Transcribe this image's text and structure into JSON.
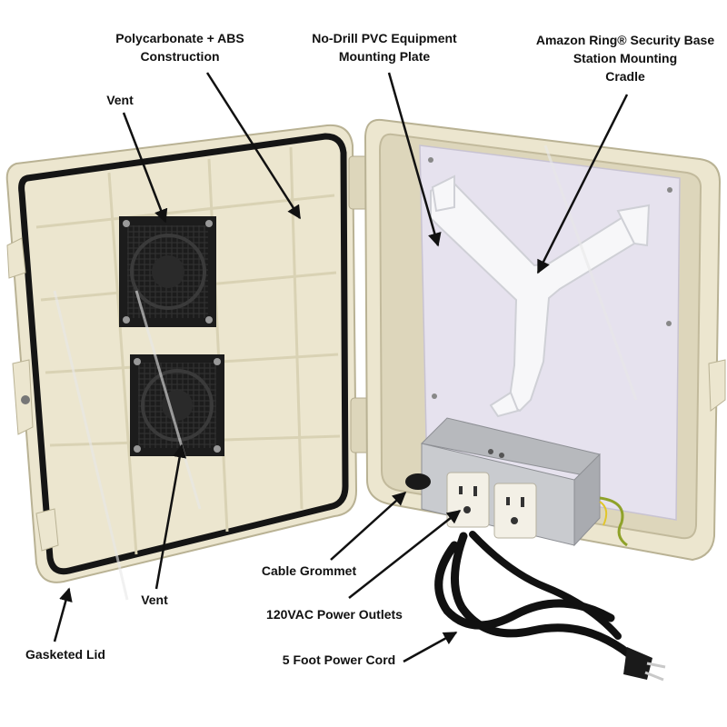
{
  "labels": {
    "construction": [
      "Polycarbonate + ABS",
      "Construction"
    ],
    "vent_top": "Vent",
    "mounting_plate": [
      "No-Drill PVC Equipment",
      "Mounting Plate"
    ],
    "cradle": [
      "Amazon Ring® Security Base",
      "Station Mounting",
      "Cradle"
    ],
    "vent_bottom": "Vent",
    "gasketed_lid": "Gasketed Lid",
    "cable_grommet": "Cable Grommet",
    "outlets": "120VAC Power Outlets",
    "power_cord": "5 Foot Power Cord"
  },
  "colors": {
    "enclosure": "#ece6cf",
    "enclosure_shadow": "#cfc8ac",
    "gasket": "#151515",
    "plate": "#e6e2ee",
    "cradle": "#f7f7f9",
    "steel": "#c9cbcf",
    "outlet": "#f3f0e6",
    "fan": "#1c1c1c",
    "cord": "#111111"
  }
}
